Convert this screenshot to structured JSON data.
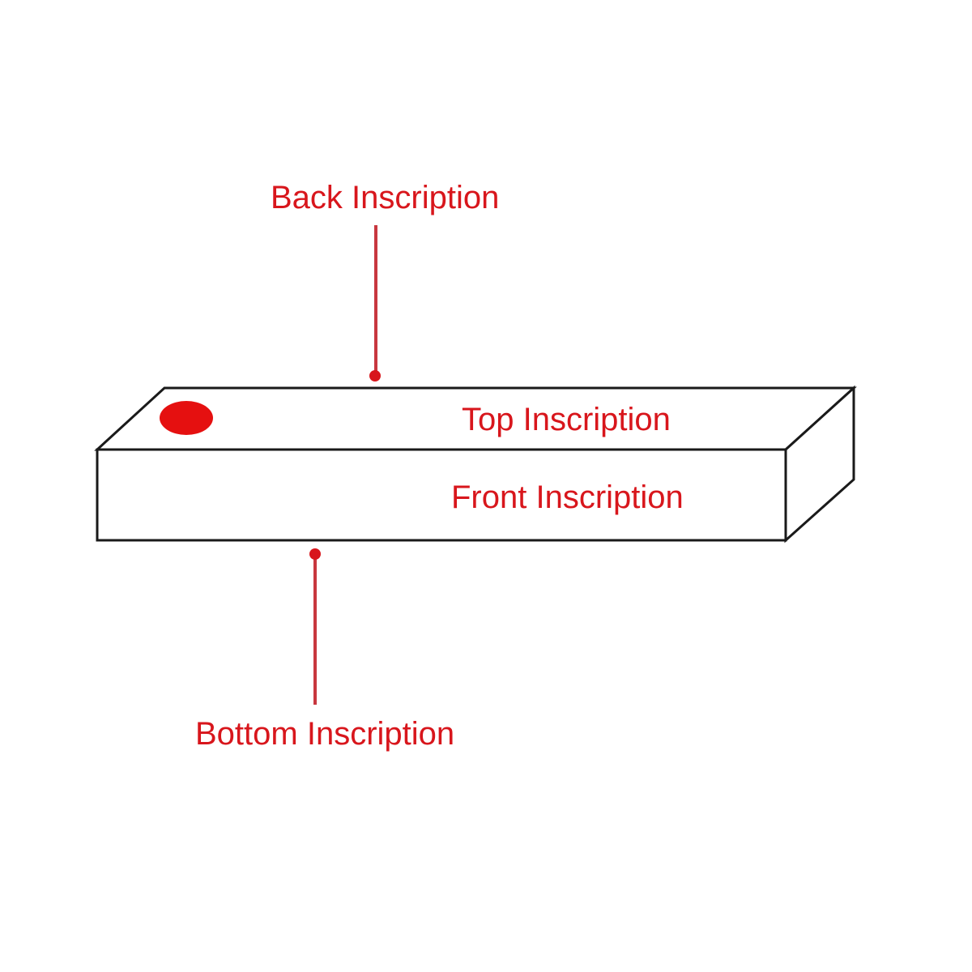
{
  "labels": {
    "back": "Back Inscription",
    "top": "Top Inscription",
    "front": "Front Inscription",
    "bottom": "Bottom Inscription"
  },
  "colors": {
    "accent": "#d8161c",
    "outline": "#1a1a1a"
  }
}
